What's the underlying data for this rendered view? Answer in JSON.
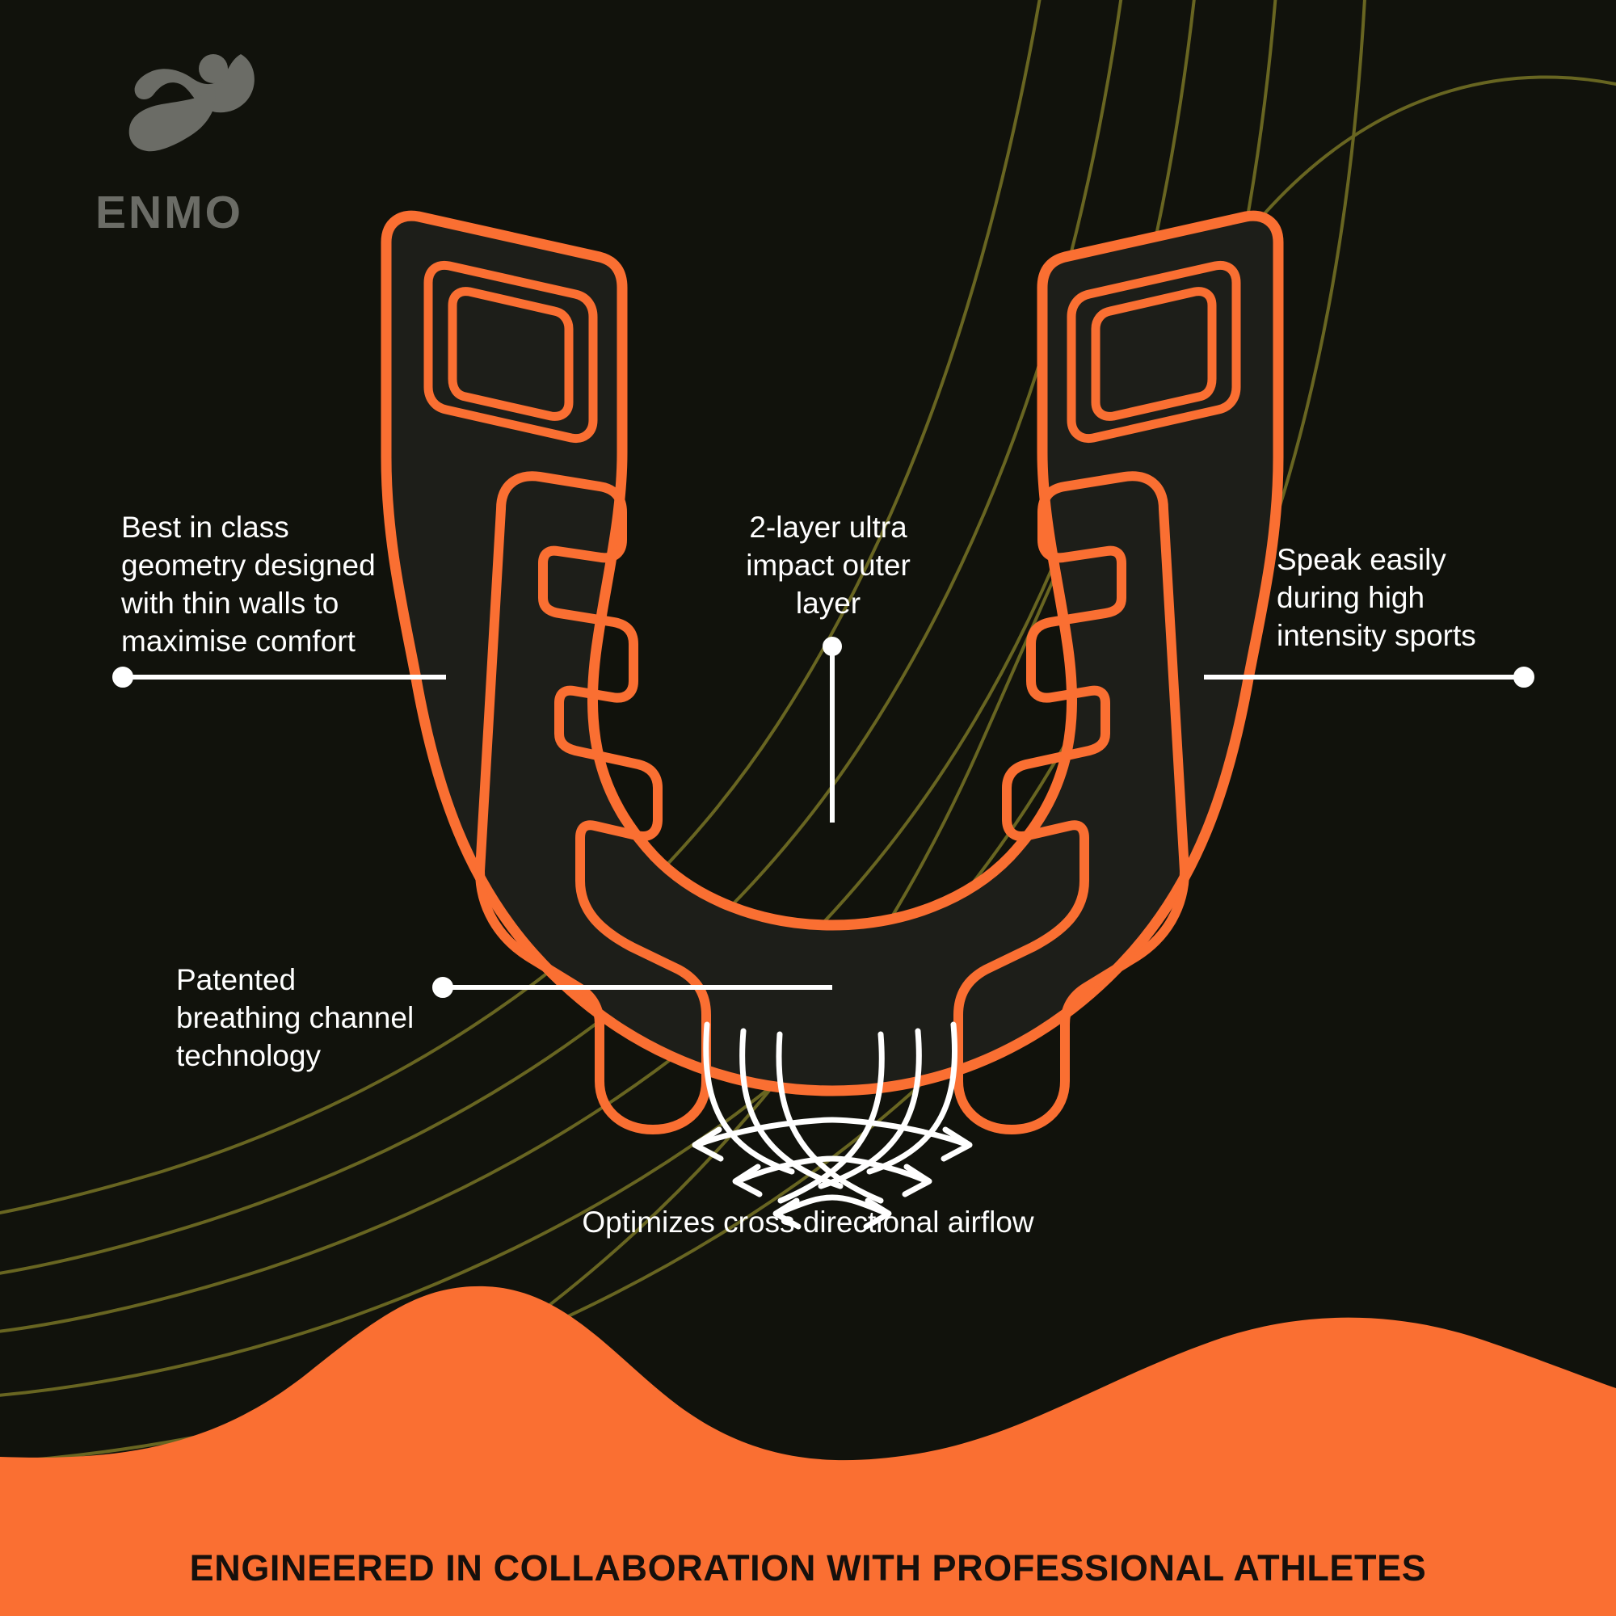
{
  "brand": {
    "wordmark": "ENMO",
    "logo_icon": "enmo-swoosh-logo",
    "logo_color": "#6b6c66"
  },
  "colors": {
    "background": "#11120c",
    "accent_orange": "#fa6f32",
    "line_olive": "#6d6a23",
    "text_white": "#ffffff",
    "banner_text": "#16100c",
    "product_fill": "#1d1e19"
  },
  "callouts": {
    "left": "Best in class\ngeometry designed\nwith thin walls to\nmaximise comfort",
    "center": "2-layer ultra\nimpact outer\nlayer",
    "right": "Speak easily\nduring high\nintensity sports",
    "breathing": "Patented\nbreathing channel\ntechnology",
    "airflow": "Optimizes cross directional airflow"
  },
  "banner": {
    "text": "ENGINEERED IN COLLABORATION WITH PROFESSIONAL ATHLETES"
  },
  "product": {
    "name": "mouthguard-diagram",
    "layers": [
      "outer-shell",
      "inner-shell",
      "breathing-channel"
    ]
  }
}
